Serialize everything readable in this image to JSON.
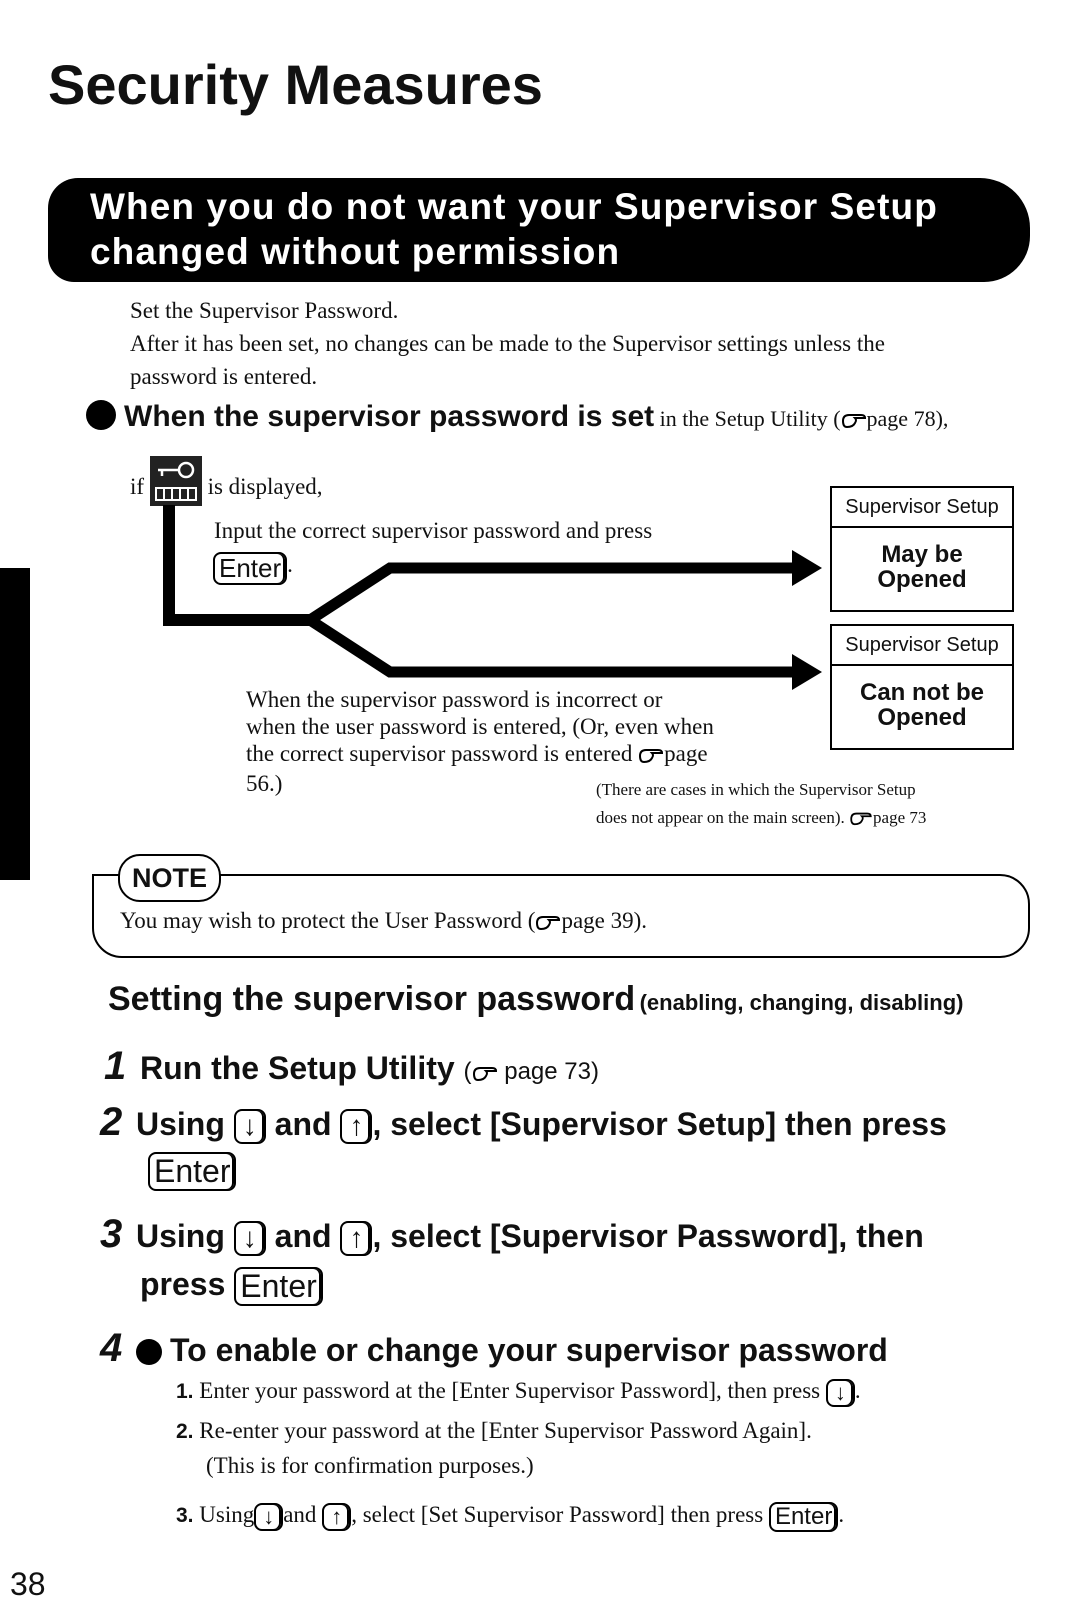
{
  "title": "Security Measures",
  "banner": {
    "line1": "When you do not want your Supervisor Setup",
    "line2": "changed without permission"
  },
  "intro": {
    "line1": "Set the Supervisor Password.",
    "line2": "After it has been set, no changes can be made to the Supervisor settings unless the",
    "line3": "password is entered."
  },
  "section1": {
    "heading": "When the supervisor password is set",
    "heading_suffix": " in the Setup Utility (",
    "page_ref": "page 78),"
  },
  "if_text": {
    "prefix": "if",
    "suffix": "is displayed,"
  },
  "flow": {
    "correct_text": "Input the correct supervisor password and press",
    "enter_key": "Enter",
    "incorrect_line1": "When the supervisor password is incorrect or",
    "incorrect_line2": "when the user password is entered, (Or, even when",
    "incorrect_line3": "the correct supervisor password is entered",
    "incorrect_page": "page",
    "incorrect_line4": "56.)",
    "box1_header": "Supervisor Setup",
    "box1_line1": "May be",
    "box1_line2": "Opened",
    "box2_header": "Supervisor Setup",
    "box2_line1": "Can not be",
    "box2_line2": "Opened",
    "footnote_line1": "(There are cases in which the Supervisor Setup",
    "footnote_line2": "does not appear on the main screen).",
    "footnote_page": "page 73"
  },
  "note": {
    "label": "NOTE",
    "text": "You may wish to protect the User Password (",
    "page": "page 39)."
  },
  "section2": {
    "heading": "Setting the supervisor password",
    "heading_suffix": "(enabling, changing, disabling)"
  },
  "steps": {
    "s1_num": "1",
    "s1_text": "Run the Setup Utility",
    "s1_page": "page 73)",
    "s2_num": "2",
    "s2_using": "Using",
    "s2_and": "and",
    "s2_rest": ", select [Supervisor Setup] then press",
    "s3_num": "3",
    "s3_using": "Using",
    "s3_and": "and",
    "s3_rest": ", select [Supervisor Password], then",
    "s3_press": "press",
    "s4_num": "4",
    "s4_heading": "To enable or change your supervisor password",
    "sub1_num": "1.",
    "sub1_text": "Enter your password at the [Enter Supervisor Password], then press",
    "sub2_num": "2.",
    "sub2_line1": "Re-enter your password at the [Enter Supervisor Password Again].",
    "sub2_line2": "(This is for confirmation purposes.)",
    "sub3_num": "3.",
    "sub3_using": "Using",
    "sub3_and": "and",
    "sub3_rest": ", select [Set Supervisor Password] then press"
  },
  "keys": {
    "enter": "Enter",
    "down": "↓",
    "up": "↑"
  },
  "page_number": "38",
  "icons": {
    "key": "key-icon",
    "pointer": "pointing-hand-icon"
  }
}
